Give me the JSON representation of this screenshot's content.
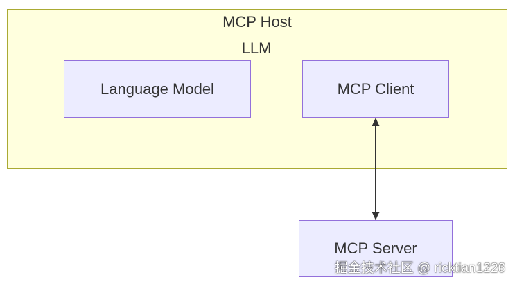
{
  "diagram": {
    "host": {
      "label": "MCP Host"
    },
    "llm": {
      "label": "LLM"
    },
    "nodes": {
      "language_model": "Language Model",
      "mcp_client": "MCP Client",
      "mcp_server": "MCP Server"
    },
    "edges": [
      {
        "from": "MCP Client",
        "to": "MCP Server",
        "direction": "bidirectional"
      }
    ],
    "colors": {
      "cluster_fill": "#ffffde",
      "cluster_stroke": "#aaaa33",
      "node_fill": "#ECECFF",
      "node_stroke": "#9370DB",
      "edge": "#333333"
    }
  },
  "watermark": "掘金技术社区 @ ricktian1226"
}
